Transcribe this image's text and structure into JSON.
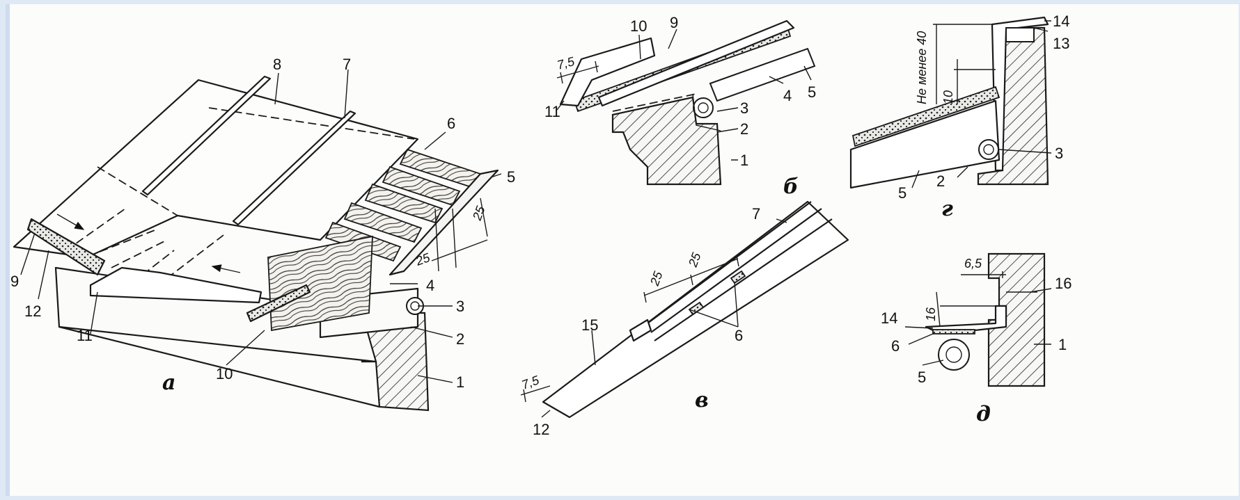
{
  "labels": {
    "a": {
      "panel": "а",
      "n1": "1",
      "n2": "2",
      "n3": "3",
      "n4": "4",
      "n5": "5",
      "n6": "6",
      "n7": "7",
      "n8": "8",
      "n9": "9",
      "n10": "10",
      "n11": "11",
      "n12": "12",
      "d25a": "25",
      "d25b": "25"
    },
    "b": {
      "panel": "б",
      "n1": "1",
      "n2": "2",
      "n3": "3",
      "n4": "4",
      "n5": "5",
      "n9": "9",
      "n10": "10",
      "n11": "11",
      "d75": "7,5"
    },
    "v": {
      "panel": "в",
      "n6": "6",
      "n7": "7",
      "n12": "12",
      "n15": "15",
      "d25a": "25",
      "d25b": "25",
      "d75": "7,5"
    },
    "g": {
      "panel": "г",
      "n2": "2",
      "n3": "3",
      "n5": "5",
      "n13": "13",
      "n14": "14",
      "d40": "Не менее 40",
      "d10": "10"
    },
    "d": {
      "panel": "д",
      "n1": "1",
      "n5": "5",
      "n6": "6",
      "n14": "14",
      "n16": "16",
      "d65": "6,5",
      "d16": "16"
    }
  }
}
